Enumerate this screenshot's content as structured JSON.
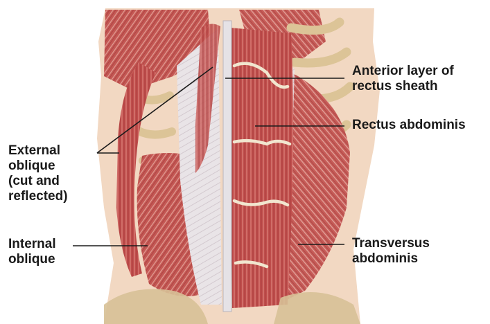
{
  "figure": {
    "labels": {
      "anterior_sheath": [
        "Anterior layer of",
        "rectus sheath"
      ],
      "rectus": [
        "Rectus abdominis"
      ],
      "external": [
        "External",
        "oblique",
        "(cut and",
        "reflected)"
      ],
      "internal": [
        "Internal",
        "oblique"
      ],
      "transversus": [
        "Transversus",
        "abdominis"
      ]
    },
    "colors": {
      "skin": "#f3d9c3",
      "muscle": "#c0504f",
      "muscle_light": "#d98d84",
      "fascia": "#e8e4e6",
      "rib": "#dcc497",
      "bone": "#d7c197",
      "leader": "#1a1a1a"
    }
  }
}
